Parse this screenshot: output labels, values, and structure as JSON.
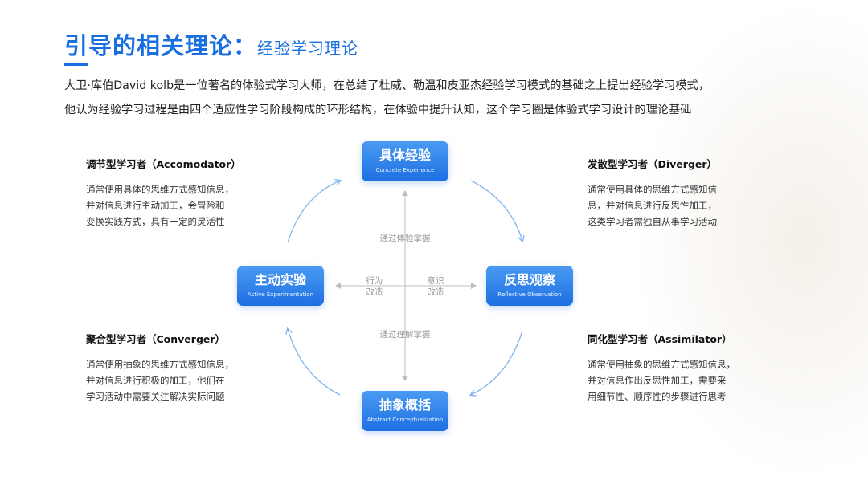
{
  "header": {
    "title": "引导的相关理论：",
    "subtitle": "经验学习理论"
  },
  "intro": {
    "line1": "大卫·库伯David kolb是一位著名的体验式学习大师，在总结了杜威、勒温和皮亚杰经验学习模式的基础之上提出经验学习模式，",
    "line2": "他认为经验学习过程是由四个适应性学习阶段构成的环形结构，在体验中提升认知，这个学习圈是体验式学习设计的理论基础"
  },
  "stages": {
    "top": {
      "zh": "具体经验",
      "en": "Concrete Experience"
    },
    "right": {
      "zh": "反思观察",
      "en": "Reflective Observation"
    },
    "bottom": {
      "zh": "抽象概括",
      "en": "Abstract Conceptualization"
    },
    "left": {
      "zh": "主动实验",
      "en": "Active Experimentation"
    }
  },
  "axes": {
    "vertical_top": "通过体验掌握",
    "vertical_bottom": "通过理解掌握",
    "horizontal_left_1": "行为",
    "horizontal_left_2": "改造",
    "horizontal_right_1": "意识",
    "horizontal_right_2": "改造"
  },
  "learners": {
    "accomodator": {
      "title": "调节型学习者（Accomodator）",
      "lines": [
        "通常使用具体的思维方式感知信息，",
        "并对信息进行主动加工，会冒险和",
        "变换实践方式，具有一定的灵活性"
      ]
    },
    "diverger": {
      "title": "发散型学习者（Diverger）",
      "lines": [
        "通常使用具体的思维方式感知信",
        "息，并对信息进行反思性加工，",
        "这类学习者需独自从事学习活动"
      ]
    },
    "converger": {
      "title": "聚合型学习者（Converger）",
      "lines": [
        "通常使用抽象的思维方式感知信息，",
        "并对信息进行积极的加工，他们在",
        "学习活动中需要关注解决实际问题"
      ]
    },
    "assimilator": {
      "title": "同化型学习者（Assimilator）",
      "lines": [
        "通常使用抽象的思维方式感知信息，",
        "并对信息作出反思性加工，需要采",
        "用细节性、顺序性的步骤进行思考"
      ]
    }
  },
  "colors": {
    "accent": "#1a6fe0",
    "box_top": "#4a9bf2",
    "box_bottom": "#1e6fe2",
    "arc": "#7fb3f0",
    "axis": "#bdbdbd"
  }
}
